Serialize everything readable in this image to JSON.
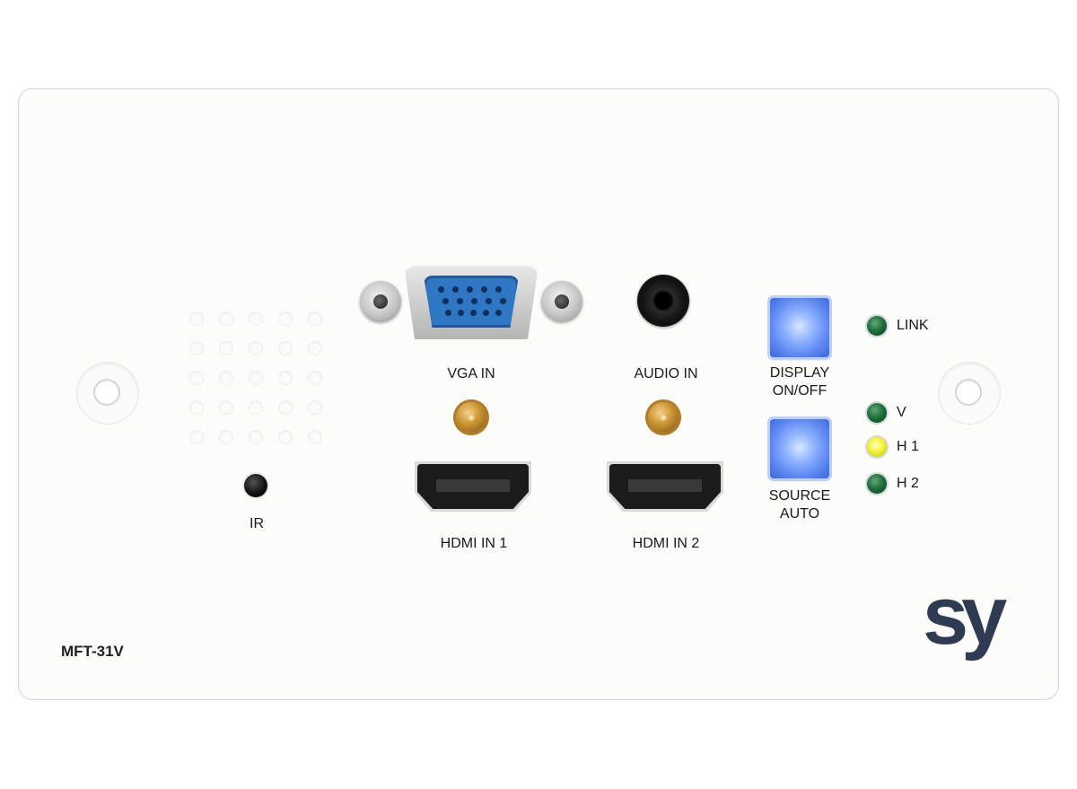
{
  "panel": {
    "model": "MFT-31V",
    "logo_text": "sy",
    "colors": {
      "plate": "#fcfcfa",
      "vga": "#2f76c3",
      "button": "#7fa6ff",
      "led_green": "#1c6b38",
      "led_yellow": "#f4f238",
      "logo": "#2f3b52"
    }
  },
  "labels": {
    "ir": "IR",
    "vga_in": "VGA IN",
    "audio_in": "AUDIO IN",
    "hdmi_in_1": "HDMI IN 1",
    "hdmi_in_2": "HDMI IN 2",
    "display_line1": "DISPLAY",
    "display_line2": "ON/OFF",
    "source_line1": "SOURCE",
    "source_line2": "AUTO"
  },
  "leds": [
    {
      "label": "LINK",
      "state": "green"
    },
    {
      "label": "V",
      "state": "green"
    },
    {
      "label": "H 1",
      "state": "yellow"
    },
    {
      "label": "H 2",
      "state": "green"
    }
  ]
}
